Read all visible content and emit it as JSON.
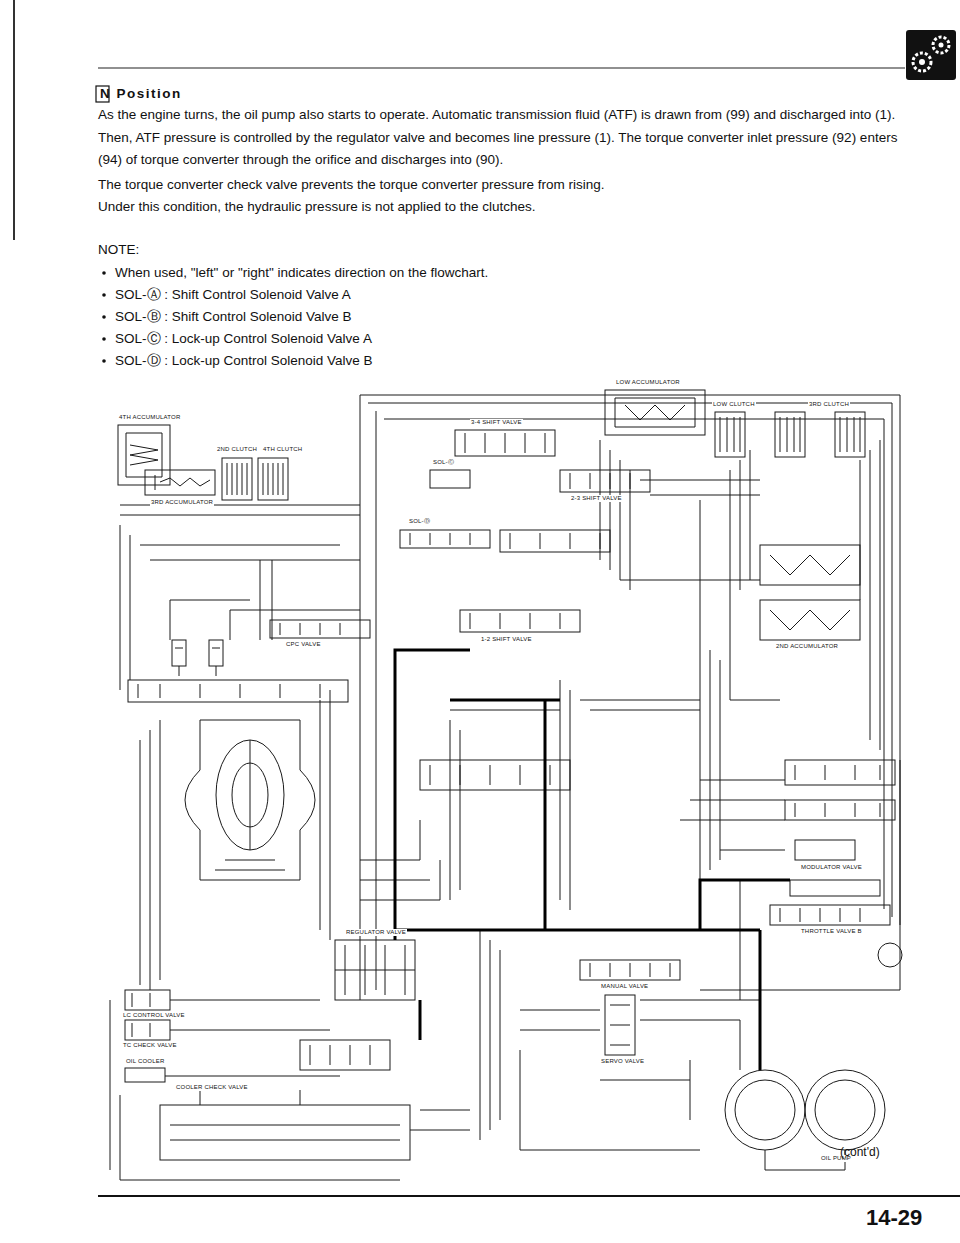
{
  "diagram": {
    "title": "N Position",
    "labels": [
      "As the engine turns, the oil pump also starts to operate. Automatic transmission fluid (ATF) is drawn from (99) and discharged into (1). Then, ATF pressure is controlled by the regulator valve and becomes line pressure (1). The torque converter inlet pressure (92) enters (94) of torque converter through the orifice and discharges into (90).",
      "The torque converter check valve prevents the torque converter pressure from rising.",
      "Under this condition, the hydraulic pressure is not applied to the clutches.",
      "NOTE:",
      "When used, \"left\" or \"right\" indicates direction on the flowchart.",
      "SOL-Ⓐ : Shift Control Solenoid Valve A",
      "SOL-Ⓑ : Shift Control Solenoid Valve B",
      "SOL-Ⓒ : Lock-up Control Solenoid Valve A",
      "SOL-Ⓓ : Lock-up Control Solenoid Valve B",
      "4TH ACCUMULATOR",
      "2ND CLUTCH",
      "4TH CLUTCH",
      "3RD ACCUMULATOR",
      "CPC VALVE",
      "3-4 SHIFT VALVE",
      "2-3 SHIFT VALVE",
      "1-2 SHIFT VALVE",
      "SOL-Ⓒ",
      "SOL-Ⓓ",
      "LOW ACCUMULATOR",
      "LOW CLUTCH",
      "3RD CLUTCH",
      "2ND ACCUMULATOR",
      "MODULATOR VALVE",
      "THROTTLE VALVE B",
      "MANUAL VALVE",
      "REGULATOR VALVE",
      "SERVO VALVE",
      "OIL PUMP",
      "LC CONTROL VALVE",
      "TC CHECK VALVE",
      "OIL COOLER",
      "COOLER CHECK VALVE",
      "(cont'd)",
      "14-29"
    ]
  }
}
